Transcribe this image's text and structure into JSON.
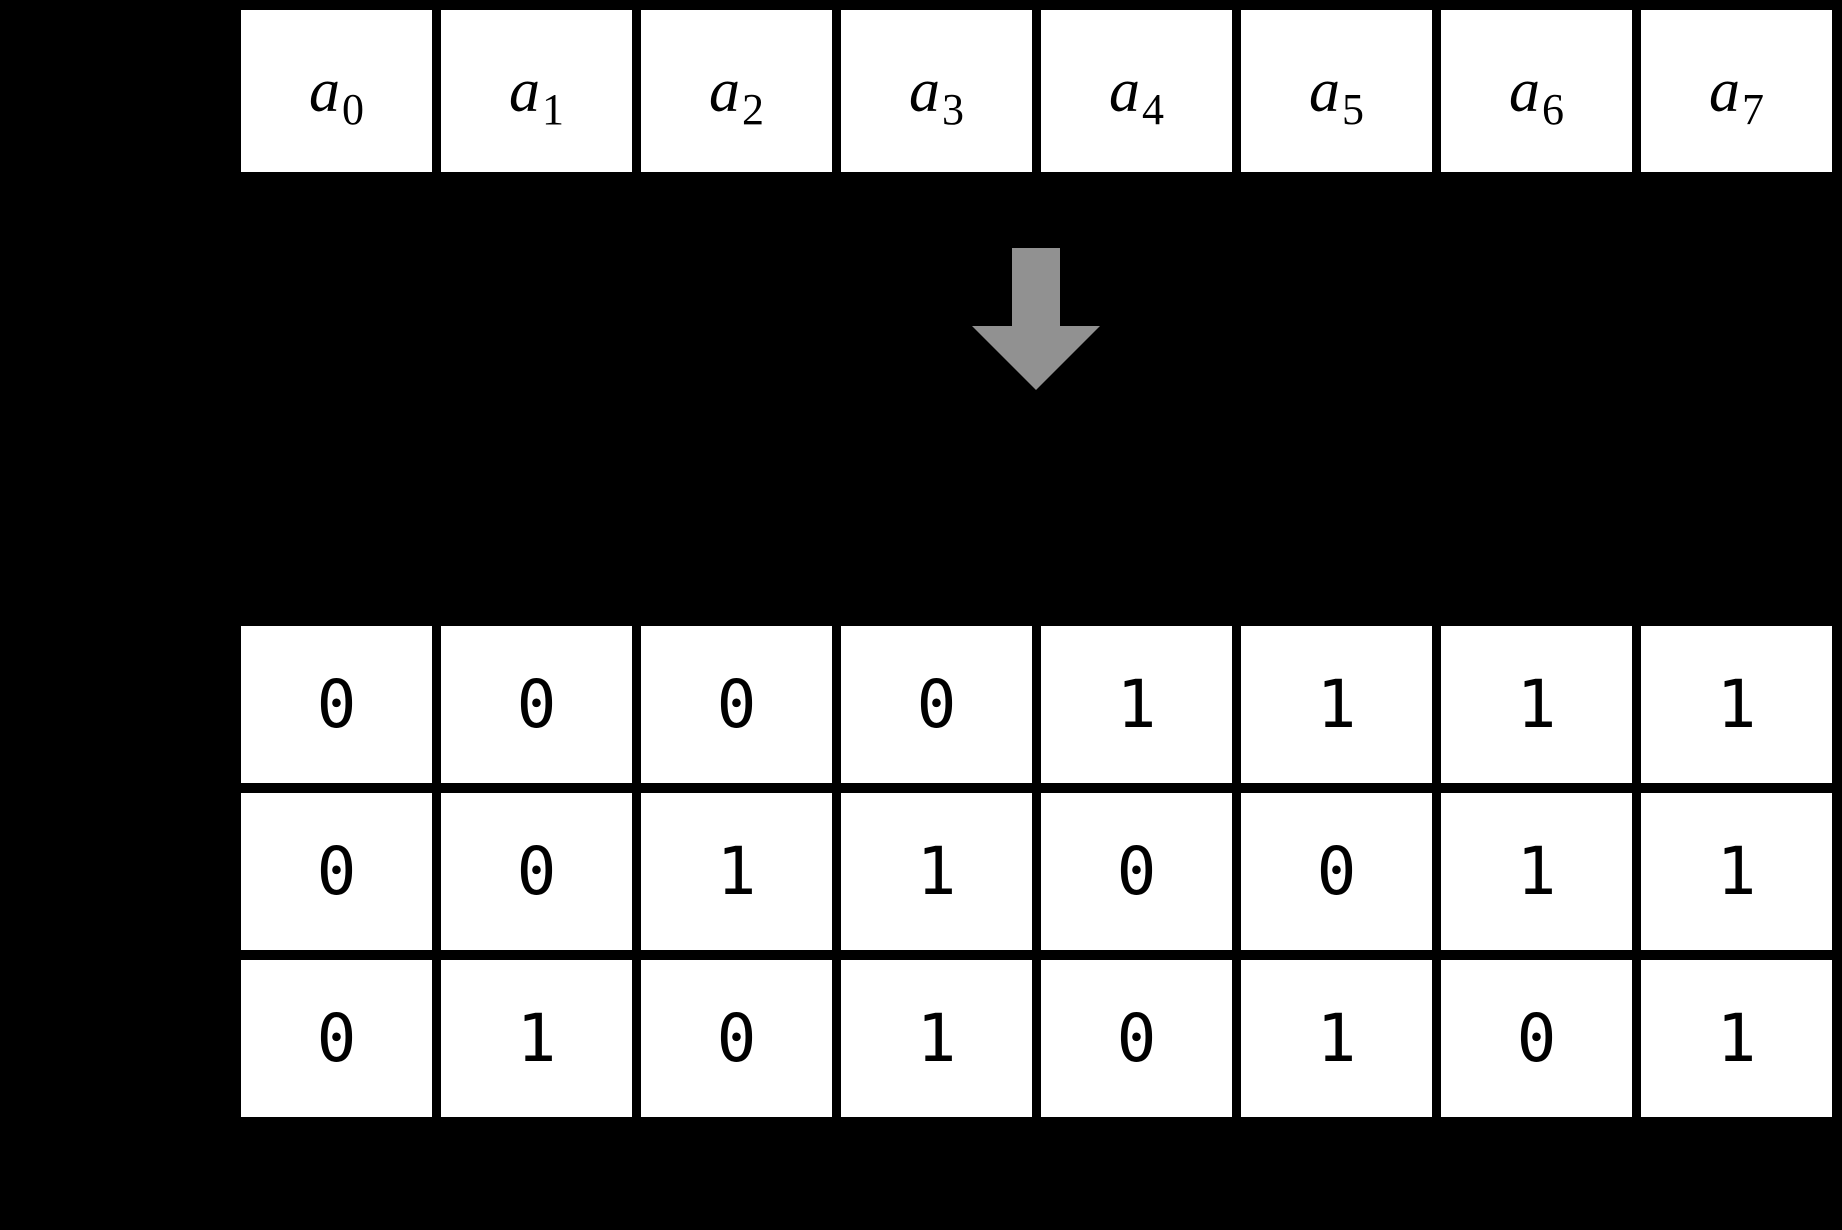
{
  "diagram": {
    "array": {
      "cells": [
        {
          "base": "a",
          "subscript": "0"
        },
        {
          "base": "a",
          "subscript": "1"
        },
        {
          "base": "a",
          "subscript": "2"
        },
        {
          "base": "a",
          "subscript": "3"
        },
        {
          "base": "a",
          "subscript": "4"
        },
        {
          "base": "a",
          "subscript": "5"
        },
        {
          "base": "a",
          "subscript": "6"
        },
        {
          "base": "a",
          "subscript": "7"
        }
      ]
    },
    "arrow": {
      "direction": "down",
      "color": "#919191"
    },
    "bit_table": {
      "rows": [
        {
          "bits": [
            "0",
            "0",
            "0",
            "0",
            "1",
            "1",
            "1",
            "1"
          ]
        },
        {
          "bits": [
            "0",
            "0",
            "1",
            "1",
            "0",
            "0",
            "1",
            "1"
          ]
        },
        {
          "bits": [
            "0",
            "1",
            "0",
            "1",
            "0",
            "1",
            "0",
            "1"
          ]
        }
      ]
    },
    "colors": {
      "background": "#000000",
      "cell_fill": "#ffffff",
      "text": "#000000",
      "arrow": "#919191"
    }
  }
}
